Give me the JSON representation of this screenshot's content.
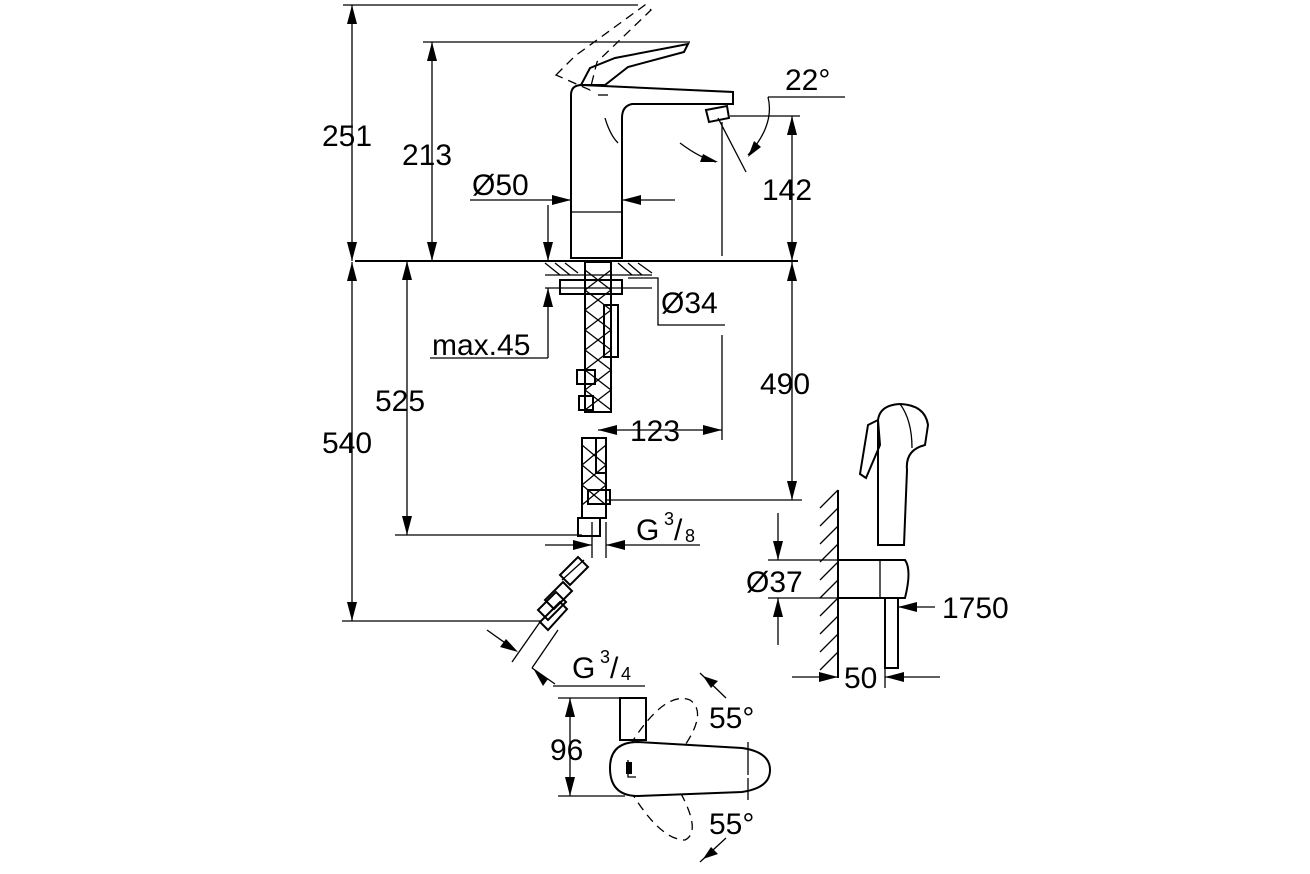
{
  "dimensions": {
    "total_height": "251",
    "spout_height": "213",
    "body_diameter": "Ø50",
    "spout_angle": "22°",
    "spout_clearance": "142",
    "mounting_hole": "Ø34",
    "deck_thickness": "max.45",
    "hose_length_short": "525",
    "hose_length_long": "540",
    "connector_height": "490",
    "connector_offset": "123",
    "hose_thread_small_base": "G",
    "hose_thread_small_num": "3",
    "hose_thread_small_den": "8",
    "hose_thread_large_base": "G",
    "hose_thread_large_num": "3",
    "hose_thread_large_den": "4",
    "holder_diameter": "Ø37",
    "shower_hose_length": "1750",
    "wall_distance": "50",
    "handle_height": "96",
    "handle_rotation_up": "55°",
    "handle_rotation_down": "55°"
  }
}
